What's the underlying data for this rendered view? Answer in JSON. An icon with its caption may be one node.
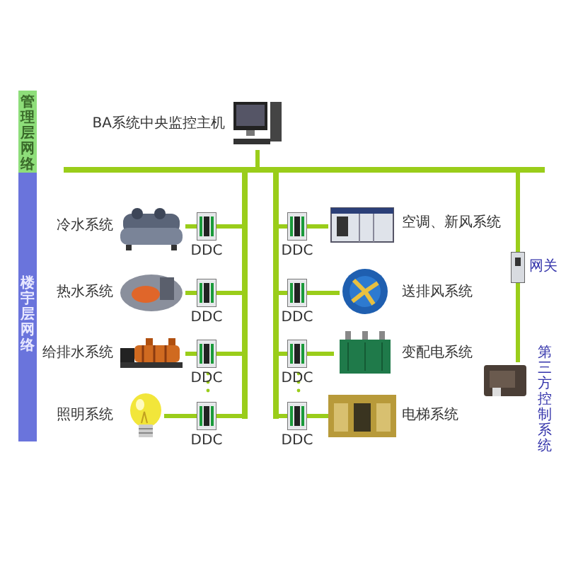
{
  "diagram": {
    "nodes": [
      {
        "text": [
          "管理层网络"
        ]
      },
      {
        "text": [
          "楼宇层网络"
        ]
      },
      {
        "text": [],
        "shape": "picture",
        "beside": [
          "BA系统中央监控主机"
        ]
      },
      {
        "text": [],
        "shape": "bar"
      },
      {
        "text": [],
        "shape": "bar"
      },
      {
        "text": [],
        "shape": "bar"
      },
      {
        "text": [],
        "shape": "picture",
        "beside": [
          "冷水系统"
        ]
      },
      {
        "text": [],
        "shape": "picture",
        "beside": [
          "DDC"
        ]
      },
      {
        "text": [],
        "shape": "picture",
        "beside": [
          "热水系统"
        ]
      },
      {
        "text": [],
        "shape": "picture",
        "beside": [
          "DDC"
        ]
      },
      {
        "text": [],
        "shape": "picture",
        "beside": [
          "给排水系统"
        ]
      },
      {
        "text": [],
        "shape": "picture",
        "beside": [
          "DDC"
        ]
      },
      {
        "text": [],
        "shape": "picture",
        "beside": [
          "照明系统"
        ]
      },
      {
        "text": [],
        "shape": "picture",
        "beside": [
          "DDC"
        ]
      },
      {
        "text": [],
        "shape": "picture",
        "beside": [
          "DDC"
        ]
      },
      {
        "text": [],
        "shape": "picture",
        "beside": [
          "空调、新风系统"
        ]
      },
      {
        "text": [],
        "shape": "picture",
        "beside": [
          "DDC"
        ]
      },
      {
        "text": [],
        "shape": "picture",
        "beside": [
          "送排风系统"
        ]
      },
      {
        "text": [],
        "shape": "picture",
        "beside": [
          "DDC"
        ]
      },
      {
        "text": [],
        "shape": "picture",
        "beside": [
          "变配电系统"
        ]
      },
      {
        "text": [],
        "shape": "picture",
        "beside": [
          "DDC"
        ]
      },
      {
        "text": [],
        "shape": "picture",
        "beside": [
          "电梯系统"
        ]
      },
      {
        "text": [],
        "shape": "picture",
        "beside": [
          "网关"
        ]
      },
      {
        "text": [],
        "shape": "picture",
        "beside": [
          "第三方控制系统"
        ]
      }
    ],
    "edges": [
      {
        "from": 2,
        "to": 3,
        "arrow": "none"
      },
      {
        "from": 6,
        "to": 7,
        "arrow": "none"
      },
      {
        "from": 7,
        "to": 4,
        "arrow": "none"
      },
      {
        "from": 8,
        "to": 9,
        "arrow": "none"
      },
      {
        "from": 9,
        "to": 4,
        "arrow": "none"
      },
      {
        "from": 10,
        "to": 11,
        "arrow": "none"
      },
      {
        "from": 11,
        "to": 4,
        "arrow": "none"
      },
      {
        "from": 12,
        "to": 13,
        "arrow": "none"
      },
      {
        "from": 13,
        "to": 4,
        "arrow": "none"
      },
      {
        "from": 5,
        "to": 14,
        "arrow": "none"
      },
      {
        "from": 14,
        "to": 15,
        "arrow": "none"
      },
      {
        "from": 5,
        "to": 16,
        "arrow": "none"
      },
      {
        "from": 16,
        "to": 17,
        "arrow": "none"
      },
      {
        "from": 5,
        "to": 18,
        "arrow": "none"
      },
      {
        "from": 18,
        "to": 19,
        "arrow": "none"
      },
      {
        "from": 5,
        "to": 20,
        "arrow": "none"
      },
      {
        "from": 20,
        "to": 21,
        "arrow": "none"
      },
      {
        "from": 3,
        "to": 22,
        "arrow": "none"
      },
      {
        "from": 22,
        "to": 23,
        "arrow": "none"
      }
    ]
  }
}
